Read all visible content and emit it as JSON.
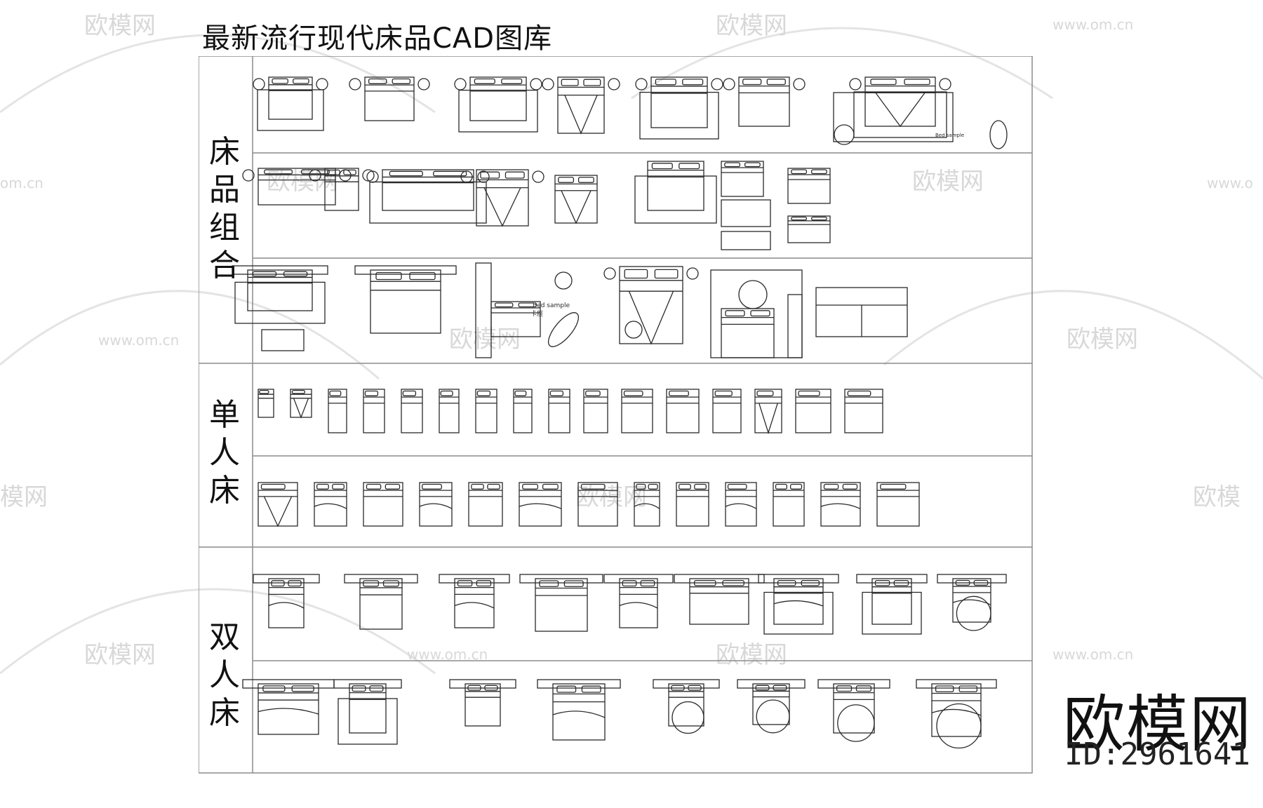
{
  "title": "最新流行现代床品CAD图库",
  "categories": [
    {
      "label": "床品组合"
    },
    {
      "label": "单人床"
    },
    {
      "label": "双人床"
    }
  ],
  "brand": {
    "logo_text": "欧模网",
    "id_text": "ID:2961641"
  },
  "watermark": {
    "site": "www.om.cn",
    "logo_text": "欧模网"
  },
  "block_labels": {
    "bed_sample": "Bed sample",
    "scale_label": "卡座"
  },
  "colors": {
    "line": "#2a2a2a",
    "frame": "#8c8c8c",
    "watermark": "#d6d6d6"
  },
  "icons": [
    "bed-plan-icon",
    "nightstand-lamp-icon",
    "chair-icon",
    "rug-icon",
    "round-rug-icon"
  ]
}
